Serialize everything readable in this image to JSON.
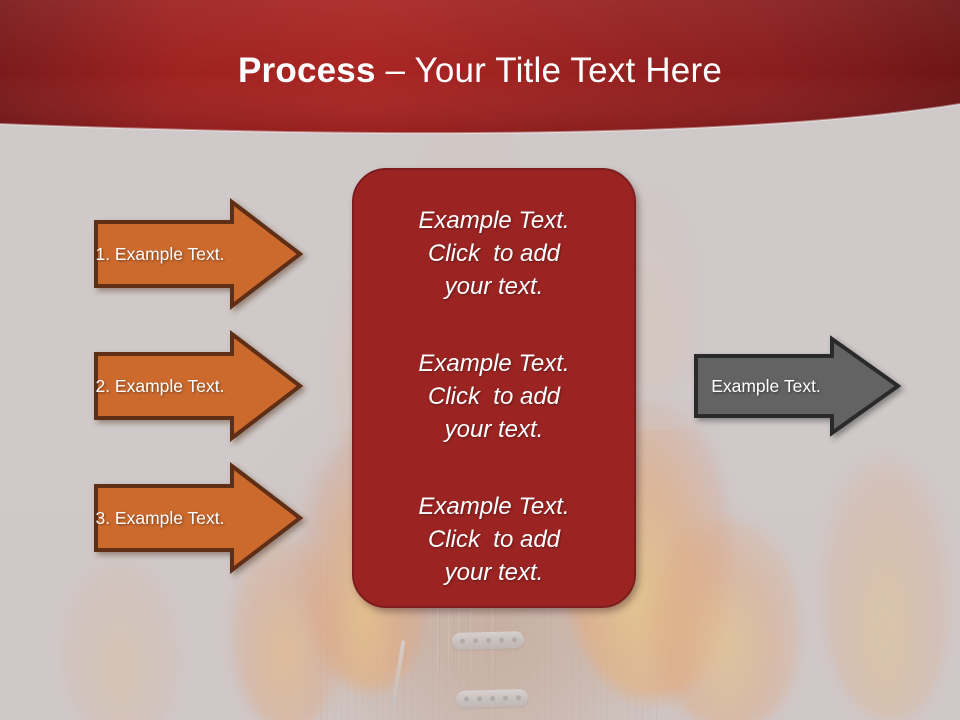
{
  "slide": {
    "background_color": "#ccc6c6",
    "background_image_description": "flaming electric guitar"
  },
  "header": {
    "title_bold": "Process",
    "title_rest": " – Your Title Text Here",
    "gradient_start": "#7b1a1c",
    "gradient_mid": "#a62421",
    "gradient_end": "#7a1719"
  },
  "process": {
    "steps": [
      {
        "label": "1. Example Text.",
        "fill": "#cc6a2e",
        "stroke": "#5e2d13"
      },
      {
        "label": "2. Example Text.",
        "fill": "#cc6a2e",
        "stroke": "#5e2d13"
      },
      {
        "label": "3. Example Text.",
        "fill": "#cc6a2e",
        "stroke": "#5e2d13"
      }
    ],
    "output": {
      "label": "Example Text.",
      "fill": "#636363",
      "stroke": "#2b2b2b"
    }
  },
  "center_box": {
    "fill": "#9b2423",
    "stroke": "#7c1d1c",
    "paragraphs": [
      "Example Text.\nClick  to add\nyour text.",
      "Example Text.\nClick  to add\nyour text.",
      "Example Text.\nClick  to add\nyour text."
    ]
  }
}
